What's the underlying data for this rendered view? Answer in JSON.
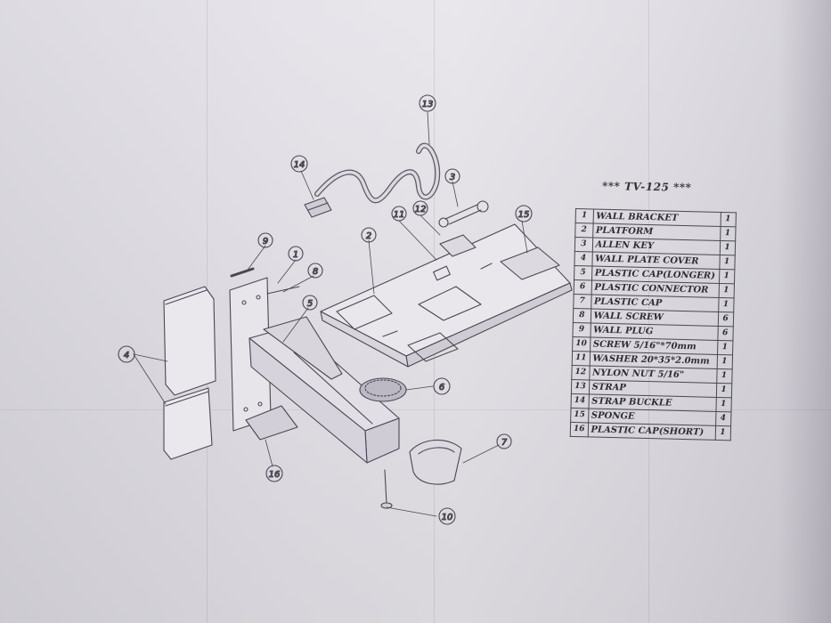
{
  "model": "*** TV-125 ***",
  "parts": [
    {
      "no": "1",
      "name": "WALL BRACKET",
      "qty": "1"
    },
    {
      "no": "2",
      "name": "PLATFORM",
      "qty": "1"
    },
    {
      "no": "3",
      "name": "ALLEN KEY",
      "qty": "1"
    },
    {
      "no": "4",
      "name": "WALL PLATE COVER",
      "qty": "1"
    },
    {
      "no": "5",
      "name": "PLASTIC CAP(LONGER)",
      "qty": "1"
    },
    {
      "no": "6",
      "name": "PLASTIC CONNECTOR",
      "qty": "1"
    },
    {
      "no": "7",
      "name": "PLASTIC CAP",
      "qty": "1"
    },
    {
      "no": "8",
      "name": "WALL SCREW",
      "qty": "6"
    },
    {
      "no": "9",
      "name": "WALL PLUG",
      "qty": "6"
    },
    {
      "no": "10",
      "name": "SCREW 5/16\"*70mm",
      "qty": "1"
    },
    {
      "no": "11",
      "name": "WASHER 20*35*2.0mm",
      "qty": "1"
    },
    {
      "no": "12",
      "name": "NYLON NUT 5/16\"",
      "qty": "1"
    },
    {
      "no": "13",
      "name": "STRAP",
      "qty": "1"
    },
    {
      "no": "14",
      "name": "STRAP BUCKLE",
      "qty": "1"
    },
    {
      "no": "15",
      "name": "SPONGE",
      "qty": "4"
    },
    {
      "no": "16",
      "name": "PLASTIC CAP(SHORT)",
      "qty": "1"
    }
  ],
  "callouts": {
    "c1": "1",
    "c2": "2",
    "c3": "3",
    "c4": "4",
    "c5": "5",
    "c6": "6",
    "c7": "7",
    "c8": "8",
    "c9": "9",
    "c10": "10",
    "c11": "11",
    "c12": "12",
    "c13": "13",
    "c14": "14",
    "c15": "15",
    "c16": "16"
  }
}
